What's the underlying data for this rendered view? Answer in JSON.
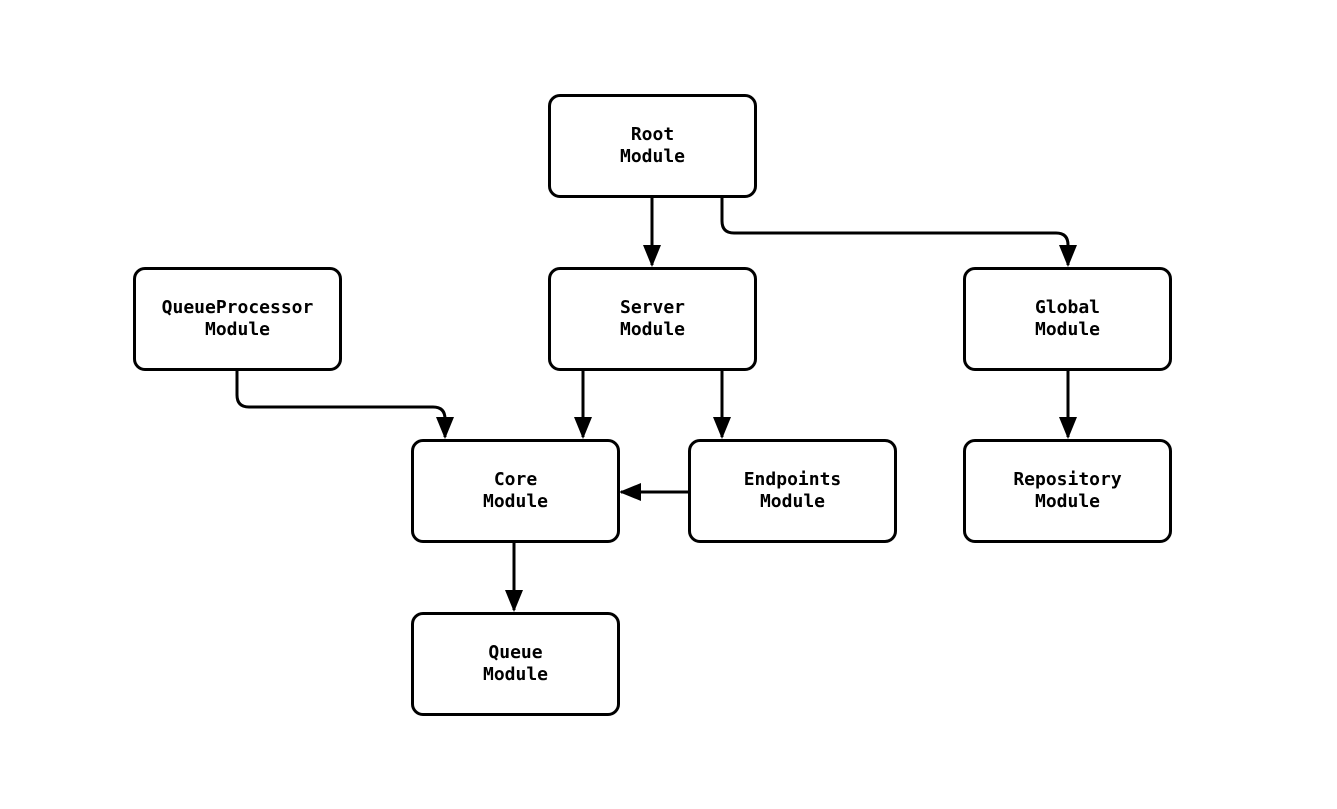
{
  "diagram": {
    "type": "module-dependency-graph",
    "background_color": "#ffffff",
    "node_fill_color": "#ffffff",
    "node_border_color": "#000000",
    "edge_color": "#000000",
    "text_color": "#000000",
    "nodes": {
      "root": {
        "label": "Root\nModule"
      },
      "queue_processor": {
        "label": "QueueProcessor\nModule"
      },
      "server": {
        "label": "Server\nModule"
      },
      "global": {
        "label": "Global\nModule"
      },
      "core": {
        "label": "Core\nModule"
      },
      "endpoints": {
        "label": "Endpoints\nModule"
      },
      "repository": {
        "label": "Repository\nModule"
      },
      "queue": {
        "label": "Queue\nModule"
      }
    },
    "edges": [
      {
        "from": "Root Module",
        "to": "Server Module"
      },
      {
        "from": "Root Module",
        "to": "Global Module"
      },
      {
        "from": "QueueProcessor Module",
        "to": "Core Module"
      },
      {
        "from": "Server Module",
        "to": "Core Module"
      },
      {
        "from": "Server Module",
        "to": "Endpoints Module"
      },
      {
        "from": "Endpoints Module",
        "to": "Core Module"
      },
      {
        "from": "Global Module",
        "to": "Repository Module"
      },
      {
        "from": "Core Module",
        "to": "Queue Module"
      }
    ]
  }
}
